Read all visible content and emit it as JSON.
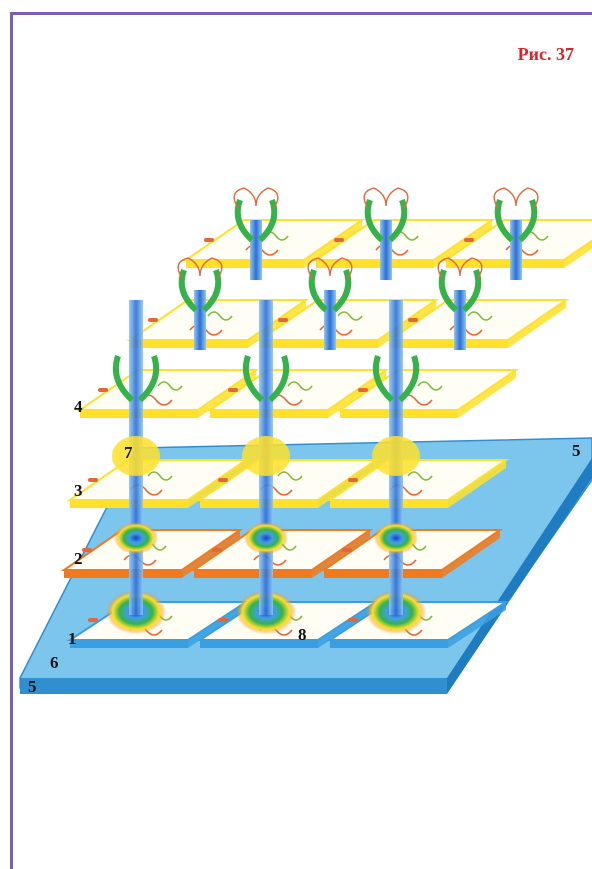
{
  "figure": {
    "caption": "Рис. 37"
  },
  "diagram": {
    "labels": [
      "1",
      "2",
      "3",
      "4",
      "5",
      "5",
      "6",
      "7",
      "8"
    ]
  },
  "colors": {
    "frame": "#7b5fb5",
    "caption": "#d8232a",
    "base_plate": "#4aa8e0",
    "layer_orange": "#f07a1e",
    "layer_yellow": "#ffe02a",
    "flow_blue": "#2d6fd6",
    "flow_green": "#36b24a"
  }
}
